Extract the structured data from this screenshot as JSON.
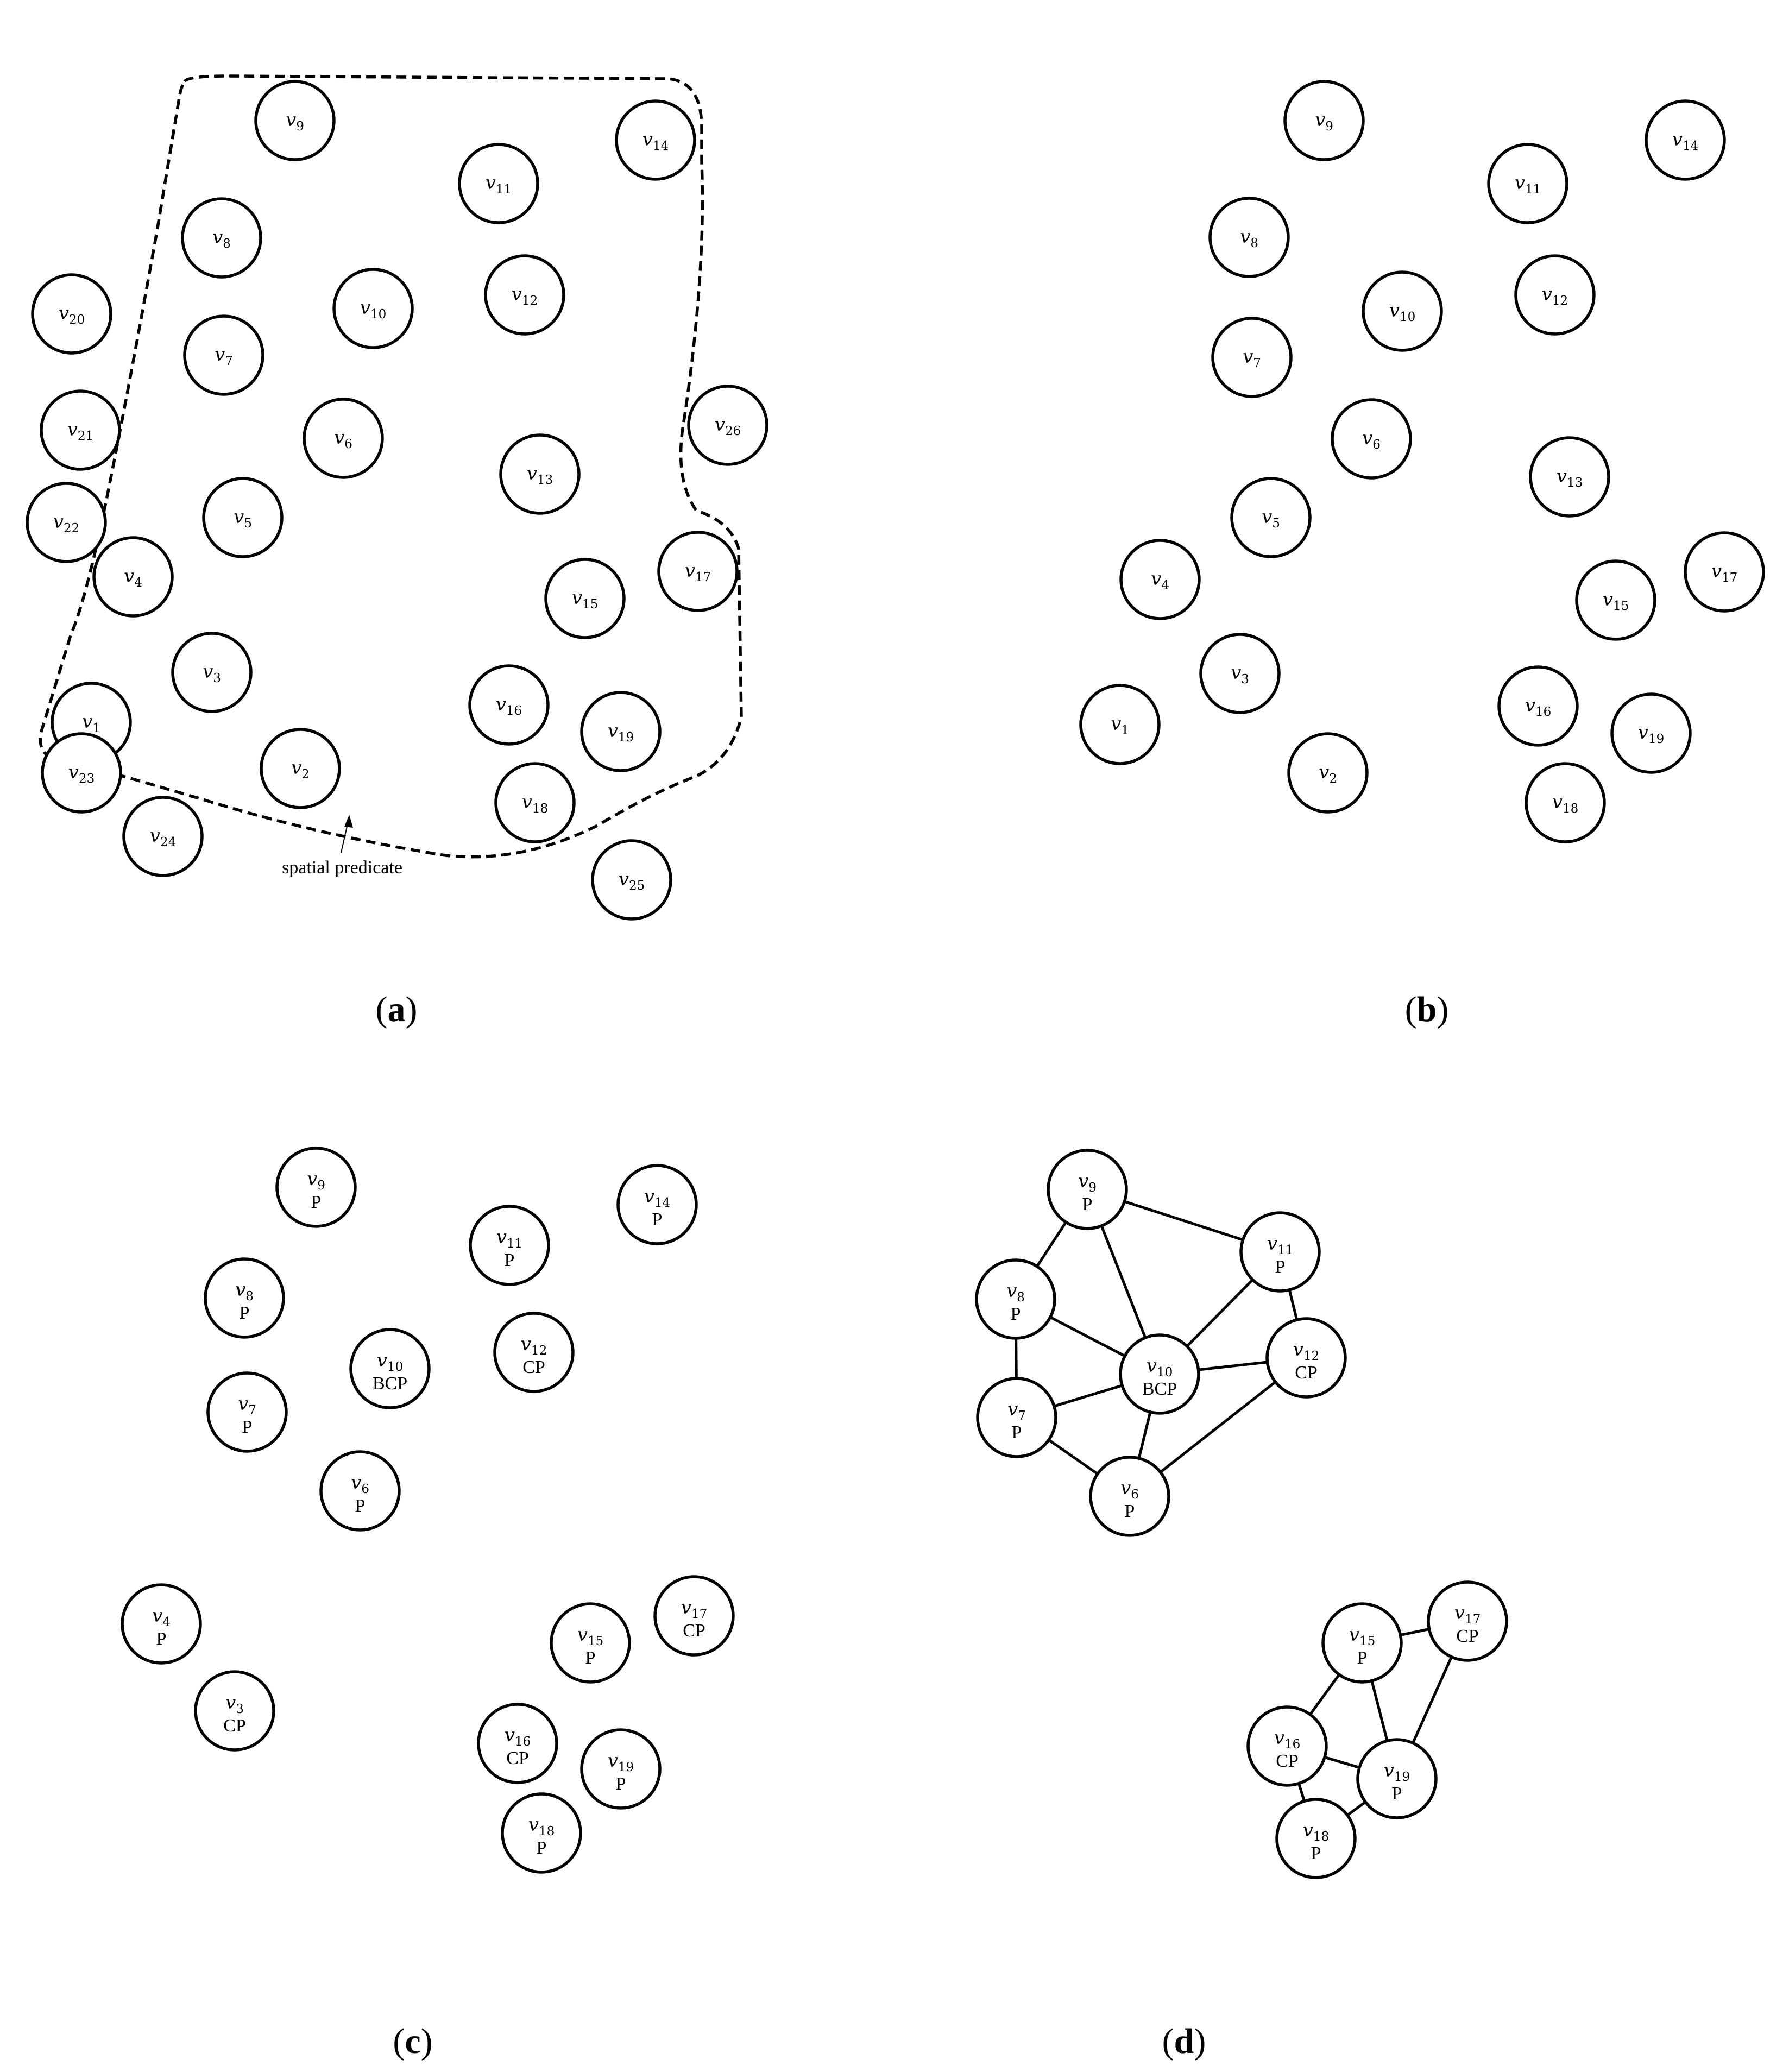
{
  "panels": [
    {
      "id": "a",
      "caption": "a",
      "annotation": "spatial predicate",
      "nodes": [
        {
          "name": "v",
          "sub": "9"
        },
        {
          "name": "v",
          "sub": "14"
        },
        {
          "name": "v",
          "sub": "11"
        },
        {
          "name": "v",
          "sub": "8"
        },
        {
          "name": "v",
          "sub": "20"
        },
        {
          "name": "v",
          "sub": "10"
        },
        {
          "name": "v",
          "sub": "12"
        },
        {
          "name": "v",
          "sub": "7"
        },
        {
          "name": "v",
          "sub": "21"
        },
        {
          "name": "v",
          "sub": "6"
        },
        {
          "name": "v",
          "sub": "26"
        },
        {
          "name": "v",
          "sub": "13"
        },
        {
          "name": "v",
          "sub": "22"
        },
        {
          "name": "v",
          "sub": "5"
        },
        {
          "name": "v",
          "sub": "4"
        },
        {
          "name": "v",
          "sub": "17"
        },
        {
          "name": "v",
          "sub": "15"
        },
        {
          "name": "v",
          "sub": "3"
        },
        {
          "name": "v",
          "sub": "16"
        },
        {
          "name": "v",
          "sub": "1"
        },
        {
          "name": "v",
          "sub": "19"
        },
        {
          "name": "v",
          "sub": "23"
        },
        {
          "name": "v",
          "sub": "2"
        },
        {
          "name": "v",
          "sub": "18"
        },
        {
          "name": "v",
          "sub": "24"
        },
        {
          "name": "v",
          "sub": "25"
        }
      ]
    },
    {
      "id": "b",
      "caption": "b",
      "nodes": [
        {
          "name": "v",
          "sub": "9"
        },
        {
          "name": "v",
          "sub": "14"
        },
        {
          "name": "v",
          "sub": "11"
        },
        {
          "name": "v",
          "sub": "8"
        },
        {
          "name": "v",
          "sub": "10"
        },
        {
          "name": "v",
          "sub": "12"
        },
        {
          "name": "v",
          "sub": "7"
        },
        {
          "name": "v",
          "sub": "6"
        },
        {
          "name": "v",
          "sub": "13"
        },
        {
          "name": "v",
          "sub": "5"
        },
        {
          "name": "v",
          "sub": "4"
        },
        {
          "name": "v",
          "sub": "17"
        },
        {
          "name": "v",
          "sub": "15"
        },
        {
          "name": "v",
          "sub": "3"
        },
        {
          "name": "v",
          "sub": "16"
        },
        {
          "name": "v",
          "sub": "1"
        },
        {
          "name": "v",
          "sub": "19"
        },
        {
          "name": "v",
          "sub": "2"
        },
        {
          "name": "v",
          "sub": "18"
        }
      ]
    },
    {
      "id": "c",
      "caption": "c",
      "nodes": [
        {
          "name": "v",
          "sub": "9",
          "tag": "P"
        },
        {
          "name": "v",
          "sub": "14",
          "tag": "P"
        },
        {
          "name": "v",
          "sub": "11",
          "tag": "P"
        },
        {
          "name": "v",
          "sub": "8",
          "tag": "P"
        },
        {
          "name": "v",
          "sub": "10",
          "tag": "BCP"
        },
        {
          "name": "v",
          "sub": "12",
          "tag": "CP"
        },
        {
          "name": "v",
          "sub": "7",
          "tag": "P"
        },
        {
          "name": "v",
          "sub": "6",
          "tag": "P"
        },
        {
          "name": "v",
          "sub": "4",
          "tag": "P"
        },
        {
          "name": "v",
          "sub": "17",
          "tag": "CP"
        },
        {
          "name": "v",
          "sub": "15",
          "tag": "P"
        },
        {
          "name": "v",
          "sub": "3",
          "tag": "CP"
        },
        {
          "name": "v",
          "sub": "16",
          "tag": "CP"
        },
        {
          "name": "v",
          "sub": "19",
          "tag": "P"
        },
        {
          "name": "v",
          "sub": "18",
          "tag": "P"
        }
      ]
    },
    {
      "id": "d",
      "caption": "d",
      "nodes": [
        {
          "name": "v",
          "sub": "9",
          "tag": "P"
        },
        {
          "name": "v",
          "sub": "11",
          "tag": "P"
        },
        {
          "name": "v",
          "sub": "8",
          "tag": "P"
        },
        {
          "name": "v",
          "sub": "10",
          "tag": "BCP"
        },
        {
          "name": "v",
          "sub": "12",
          "tag": "CP"
        },
        {
          "name": "v",
          "sub": "7",
          "tag": "P"
        },
        {
          "name": "v",
          "sub": "6",
          "tag": "P"
        },
        {
          "name": "v",
          "sub": "15",
          "tag": "P"
        },
        {
          "name": "v",
          "sub": "17",
          "tag": "CP"
        },
        {
          "name": "v",
          "sub": "16",
          "tag": "CP"
        },
        {
          "name": "v",
          "sub": "19",
          "tag": "P"
        },
        {
          "name": "v",
          "sub": "18",
          "tag": "P"
        }
      ],
      "edges": [
        [
          "9",
          "8"
        ],
        [
          "9",
          "10"
        ],
        [
          "9",
          "11"
        ],
        [
          "8",
          "7"
        ],
        [
          "8",
          "10"
        ],
        [
          "7",
          "10"
        ],
        [
          "7",
          "6"
        ],
        [
          "10",
          "11"
        ],
        [
          "10",
          "12"
        ],
        [
          "10",
          "6"
        ],
        [
          "11",
          "12"
        ],
        [
          "12",
          "6"
        ],
        [
          "15",
          "17"
        ],
        [
          "15",
          "16"
        ],
        [
          "15",
          "19"
        ],
        [
          "17",
          "19"
        ],
        [
          "16",
          "19"
        ],
        [
          "16",
          "18"
        ],
        [
          "19",
          "18"
        ]
      ]
    }
  ]
}
